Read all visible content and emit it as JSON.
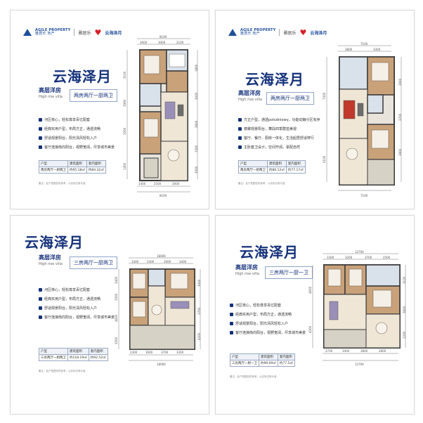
{
  "header": {
    "developer_name": "AGILE PROPERTY",
    "developer_cn": "雅居乐 地产",
    "brand_2": "雅居乐",
    "brand_3": "云海泽月"
  },
  "panels": [
    {
      "title": "云海泽月",
      "type_cn": "高层洋房",
      "type_en": "High rise villa",
      "layout": "两房两厅一厨两卫",
      "bullets": [
        "河区核心，轻松尊享百亿配套",
        "经典实用户型，布局方正，通透流畅",
        "舒适观景阳台，阳光清风轻松入户",
        "客厅连接南向阳台，视野宽阔，尽享城市美景"
      ],
      "table": {
        "headers": [
          "户型",
          "建筑面积",
          "套内面积"
        ],
        "row": [
          "两房两厅一厨两卫",
          "约95.18㎡",
          "约84.32㎡"
        ]
      },
      "note": "备注：此户型图仅供参考，以实际交房为准",
      "dims_top": [
        "8100",
        "3000",
        "3000",
        "2100"
      ],
      "dims_bottom": [
        "1400",
        "2500",
        "3000",
        "8100"
      ],
      "dims_left": [
        "3100",
        "1900",
        "3300",
        "11400",
        "1400"
      ],
      "dims_right": [
        "1800",
        "3000",
        "3600",
        "1500",
        "3500"
      ]
    },
    {
      "title": "云海泽月",
      "type_cn": "高层洋房",
      "type_en": "High rise villa",
      "layout": "两房两厅一厨两卫",
      "bullets": [
        "方正户型，通透południowy，功能动静分区有序",
        "镜螺观景阳台，舞段四季群蓝美视",
        "客厅、餐厅、厨房一体化，生活起居舒适穿行",
        "主卧套卫设计，空间开阔，豪配自然"
      ],
      "table": {
        "headers": [
          "户型",
          "建筑面积",
          "套内面积"
        ],
        "row": [
          "两房两厅一厨两卫",
          "约86.12㎡",
          "约77.17㎡"
        ]
      },
      "note": "备注：此户型图仅供参考，以实际交房为准",
      "dims_top": [
        "7100",
        "3800",
        "3300"
      ],
      "dims_bottom": [
        "7100"
      ],
      "dims_left": [
        "7300",
        "4100"
      ],
      "dims_right": [
        "3900",
        "3700",
        "3900"
      ]
    },
    {
      "title": "云海泽月",
      "type_cn": "高层洋房",
      "type_en": "High rise villa",
      "layout": "三房两厅一厨两卫",
      "bullets": [
        "河区核心，轻松尊享百亿配套",
        "经典实用户型，布局方正，通透流畅",
        "舒适观景阳台，阳光清风轻松入户",
        "客厅连接南向阳台，视野宽阔，尽享城市美景"
      ],
      "table": {
        "headers": [
          "户型",
          "建筑面积",
          "套内面积"
        ],
        "row": [
          "三房两厅一厨两卫",
          "约118.19㎡",
          "约92.52㎡"
        ]
      },
      "note": "备注：此户型图仅供参考，以实际交房为准",
      "dims_top": [
        "18000",
        "3300",
        "3300",
        "3000",
        "3400"
      ],
      "dims_bottom": [
        "2300",
        "3000",
        "3700",
        "3300",
        "18000"
      ],
      "dims_left": [
        "3400",
        "1500",
        "4600",
        "2500"
      ],
      "dims_right": [
        "3000",
        "3700",
        "4200"
      ]
    },
    {
      "title": "云海泽月",
      "type_cn": "高层洋房",
      "type_en": "High rise villa",
      "layout": "三房两厅一厨一卫",
      "bullets": [
        "河区核心，轻松尊享百亿配套",
        "经典实用户型，布局方正，通透流畅",
        "舒适观景阳台，阳光清风轻松入户",
        "客厅连接南向阳台，视野宽阔，尽享城市美景"
      ],
      "table": {
        "headers": [
          "户型",
          "建筑面积",
          "套内面积"
        ],
        "row": [
          "三房两厅一厨一卫",
          "约99.09㎡",
          "约77.5㎡"
        ]
      },
      "note": "备注：此户型图仅供参考，以实际交房为准",
      "dims_top": [
        "12700",
        "3300",
        "3200",
        "3700",
        "2500"
      ],
      "dims_bottom": [
        "2700",
        "3400",
        "3800",
        "2800",
        "12700"
      ],
      "dims_left": [
        "4600",
        "4300"
      ],
      "dims_right": [
        "3100",
        "3600",
        "2200"
      ]
    }
  ],
  "colors": {
    "brand_navy": "#14317a",
    "heart_red": "#d6202a",
    "wall": "#3a3a3a",
    "floor_wood": "#c9a27a",
    "floor_tile": "#e8e4dc"
  }
}
